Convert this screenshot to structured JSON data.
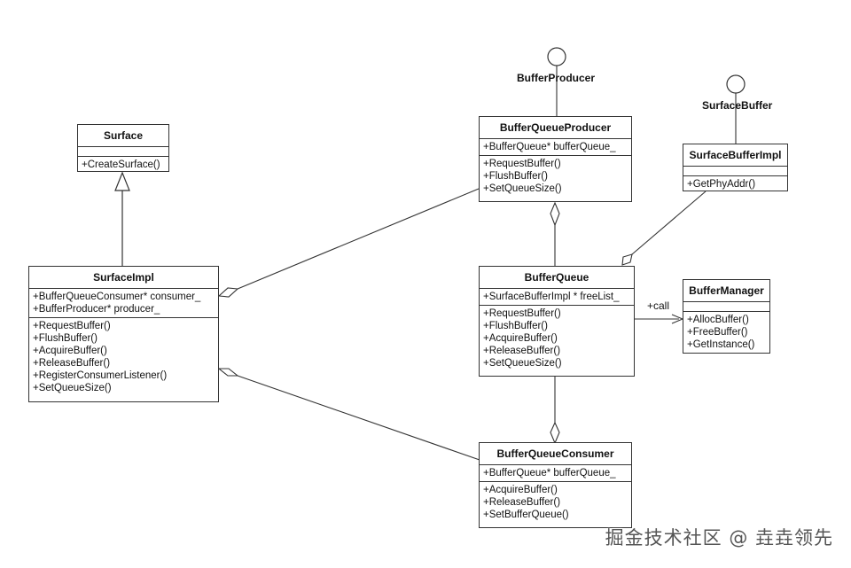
{
  "classes": {
    "surface": {
      "name": "Surface",
      "attributes": [],
      "methods": [
        "+CreateSurface()"
      ]
    },
    "surface_impl": {
      "name": "SurfaceImpl",
      "attributes": [
        "+BufferQueueConsumer* consumer_",
        "+BufferProducer* producer_"
      ],
      "methods": [
        "+RequestBuffer()",
        "+FlushBuffer()",
        "+AcquireBuffer()",
        "+ReleaseBuffer()",
        "+RegisterConsumerListener()",
        "+SetQueueSize()"
      ]
    },
    "buffer_queue_producer": {
      "name": "BufferQueueProducer",
      "attributes": [
        "+BufferQueue* bufferQueue_"
      ],
      "methods": [
        "+RequestBuffer()",
        "+FlushBuffer()",
        "+SetQueueSize()"
      ]
    },
    "surface_buffer_impl": {
      "name": "SurfaceBufferImpl",
      "attributes": [],
      "methods": [
        "+GetPhyAddr()"
      ]
    },
    "buffer_queue": {
      "name": "BufferQueue",
      "attributes": [
        "+SurfaceBufferImpl * freeList_"
      ],
      "methods": [
        "+RequestBuffer()",
        "+FlushBuffer()",
        "+AcquireBuffer()",
        "+ReleaseBuffer()",
        "+SetQueueSize()"
      ]
    },
    "buffer_manager": {
      "name": "BufferManager",
      "attributes": [],
      "methods": [
        "+AllocBuffer()",
        "+FreeBuffer()",
        "+GetInstance()"
      ]
    },
    "buffer_queue_consumer": {
      "name": "BufferQueueConsumer",
      "attributes": [
        "+BufferQueue* bufferQueue_"
      ],
      "methods": [
        "+AcquireBuffer()",
        "+ReleaseBuffer()",
        "+SetBufferQueue()"
      ]
    }
  },
  "interfaces": {
    "buffer_producer": "BufferProducer",
    "surface_buffer": "SurfaceBuffer"
  },
  "relations": {
    "call_label": "+call"
  },
  "watermark": "掘金技术社区 @ 垚垚领先"
}
